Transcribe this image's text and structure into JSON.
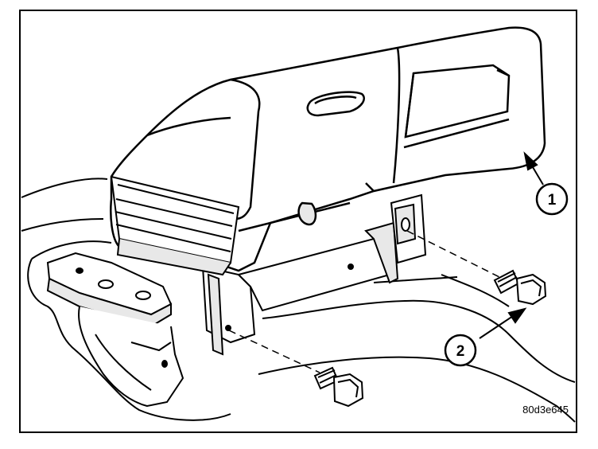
{
  "figure": {
    "id_code": "80d3e645",
    "callouts": [
      {
        "label": "1",
        "meaning": "seat"
      },
      {
        "label": "2",
        "meaning": "bolt"
      }
    ]
  },
  "colors": {
    "line": "#000000",
    "background": "#ffffff",
    "fill_light": "#ffffff",
    "fill_shade": "#e8e8e8"
  }
}
